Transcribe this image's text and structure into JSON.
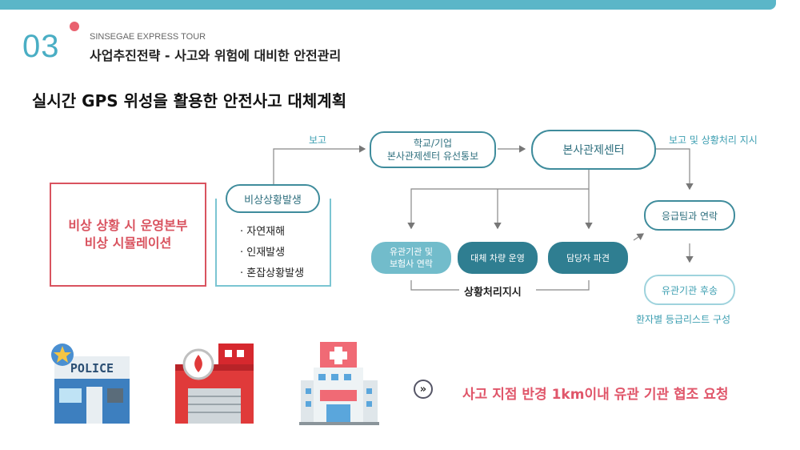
{
  "header": {
    "section_number": "03",
    "brand": "SINSEGAE EXPRESS TOUR",
    "subtitle": "사업추진전략 - 사고와 위험에 대비한 안전관리"
  },
  "title": "실시간 GPS 위성을 활용한 안전사고 대체계획",
  "diagram": {
    "start_box": {
      "line1": "비상 상황 시 운영본부",
      "line2": "비상 시뮬레이션"
    },
    "event": {
      "label": "비상상황발생",
      "items": [
        "· 자연재해",
        "· 인재발생",
        "· 혼잡상황발생"
      ]
    },
    "report_label": "보고",
    "notify": {
      "line1": "학교/기업",
      "line2": "본사관제센터 유선통보"
    },
    "control_center": "본사관제센터",
    "report_instruct_label": "보고 및 상황처리 지시",
    "actions": [
      {
        "line1": "유관기관 및",
        "line2": "보험사 연락"
      },
      {
        "line1": "대체 차량 운영",
        "line2": ""
      },
      {
        "line1": "담당자 파견",
        "line2": ""
      }
    ],
    "actions_label": "상황처리지시",
    "emergency": "응급팀과 연락",
    "followup": "유관기관 후송",
    "followup_note": "환자별 등급리스트 구성"
  },
  "icons": {
    "police_label": "POLICE"
  },
  "bottom_message": "사고 지점 반경 1km이내 유관 기관 협조 요청",
  "colors": {
    "accent": "#5bb6c8",
    "dark_teal": "#2f7e91",
    "red": "#d9535f",
    "pink": "#e0566a"
  }
}
